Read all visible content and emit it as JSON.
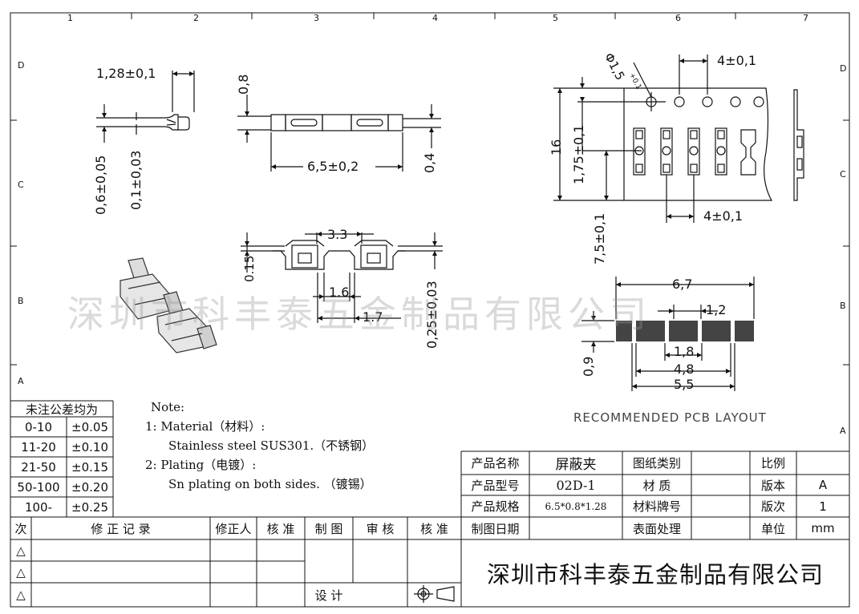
{
  "grid": {
    "columns": [
      "1",
      "2",
      "3",
      "4",
      "5",
      "6",
      "7"
    ],
    "rows_left": [
      "D",
      "C",
      "B",
      "A"
    ],
    "rows_right": [
      "D",
      "C",
      "B",
      "A"
    ]
  },
  "dims": {
    "d128": "1,28±0,1",
    "d06": "0,6±0,05",
    "d01": "0,1±0,03",
    "d08": "0,8",
    "d65": "6,5±0,2",
    "d04": "0,4",
    "d33": "3.3",
    "d015": "0.15",
    "d16": "1.6",
    "d17": "1.7",
    "d025": "0,25±0,03",
    "phi": "Φ1,5",
    "phi_tol": "+0.1",
    "p4a": "4±0,1",
    "p16": "16",
    "p175": "1,75±0,1",
    "p75": "7,5±0,1",
    "p4b": "4±0,1",
    "l67": "6,7",
    "l12": "1,2",
    "l09": "0,9",
    "l18": "1,8",
    "l48": "4,8",
    "l55": "5,5"
  },
  "pcb_title": "RECOMMENDED PCB LAYOUT",
  "watermark": "深圳市科丰泰五金制品有限公司",
  "notes": {
    "title": "Note:",
    "l1": "1: Material（材料）:",
    "l2": "Stainless steel SUS301.（不锈钢）",
    "l3": "2: Plating（电镀）:",
    "l4": "Sn plating on both sides.  （镀锡）"
  },
  "tolerance": {
    "header": "未注公差均为",
    "rows": [
      {
        "range": "0-10",
        "tol": "±0.05"
      },
      {
        "range": "11-20",
        "tol": "±0.10"
      },
      {
        "range": "21-50",
        "tol": "±0.15"
      },
      {
        "range": "50-100",
        "tol": "±0.20"
      },
      {
        "range": "100-",
        "tol": "±0.25"
      }
    ]
  },
  "revision": {
    "h_ci": "次",
    "h_record": "修 正 记 录",
    "h_person": "修正人",
    "h_check": "核 准",
    "h_draw": "制 图",
    "h_review": "审 核",
    "h_approve": "核 准",
    "sym": "△",
    "design": "设 计"
  },
  "title_block": {
    "name_label": "产品名称",
    "name_value": "屏蔽夹",
    "type_label": "产品型号",
    "type_value": "02D-1",
    "spec_label": "产品规格",
    "spec_value": "6.5*0.8*1.28",
    "date_label": "制图日期",
    "draw_cat_label": "图纸类别",
    "material_label": "材    质",
    "material_grade_label": "材料牌号",
    "surface_label": "表面处理",
    "scale_label": "比例",
    "version_label": "版本",
    "version_value": "A",
    "rev_label": "版次",
    "rev_value": "1",
    "unit_label": "单位",
    "unit_value": "mm",
    "company": "深圳市科丰泰五金制品有限公司"
  }
}
